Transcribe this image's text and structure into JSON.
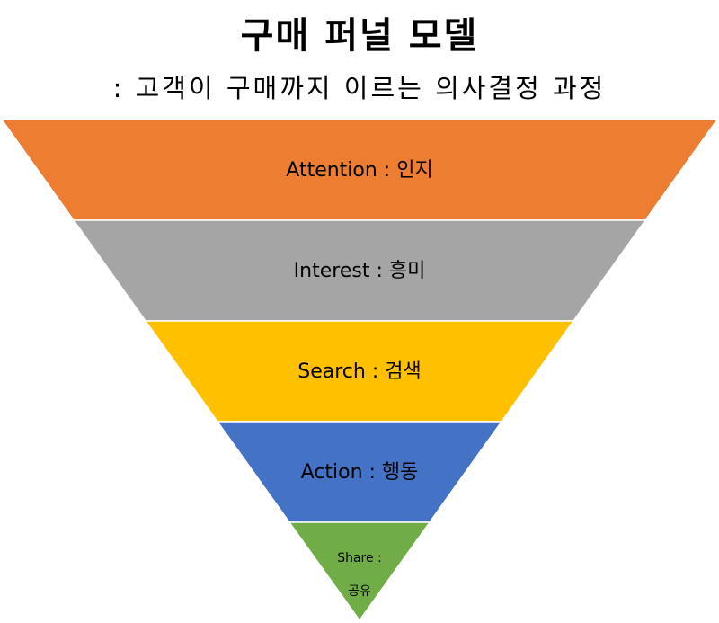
{
  "title": "구매 퍼널 모델",
  "subtitle": ": 고객이 구매까지 이르는 의사결정 과정",
  "stages": [
    {
      "label": "Attention : 인지",
      "color": "#ED7D31"
    },
    {
      "label": "Interest : 흥미",
      "color": "#A5A5A5"
    },
    {
      "label": "Search : 검색",
      "color": "#FFC000"
    },
    {
      "label": "Action : 행동",
      "color": "#4472C4"
    },
    {
      "label_line1": "Share :",
      "label_line2": "공유",
      "color": "#70AD47"
    }
  ]
}
